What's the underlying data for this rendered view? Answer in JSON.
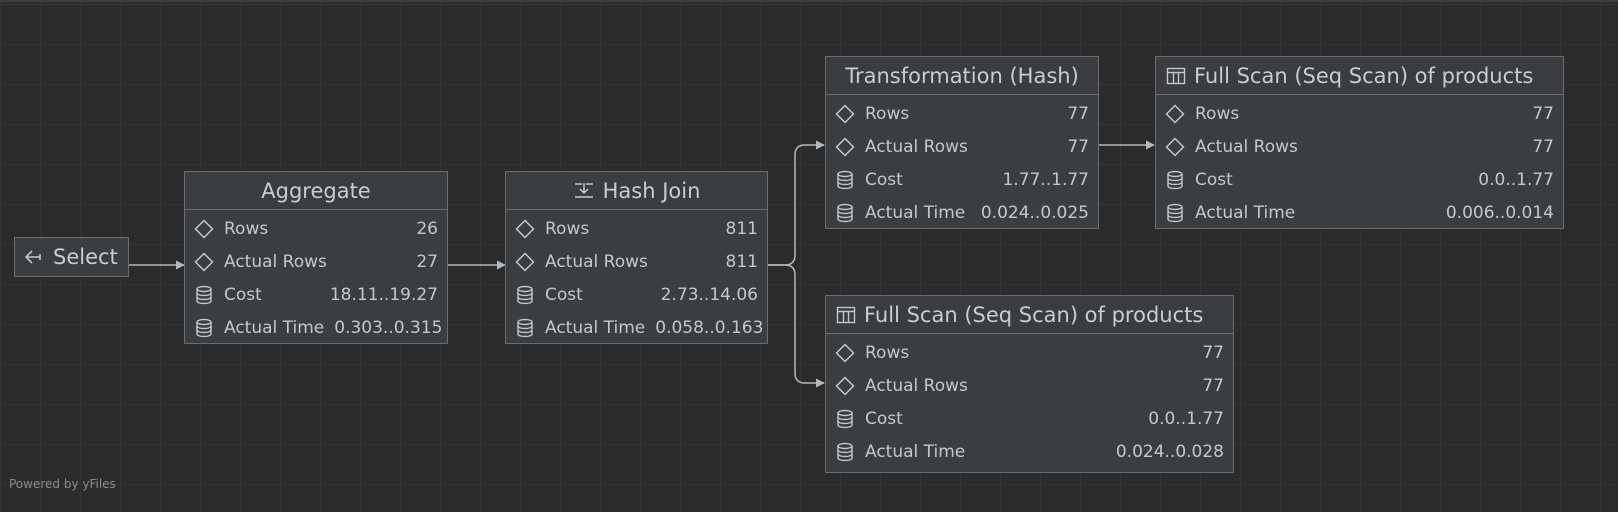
{
  "select": {
    "label": "Select",
    "icon": "arrow-left-icon"
  },
  "nodes": [
    {
      "key": "aggregate",
      "title": "Aggregate",
      "icon": null,
      "rows": [
        {
          "label": "Rows",
          "value": "26",
          "icon": "diamond-icon"
        },
        {
          "label": "Actual Rows",
          "value": "27",
          "icon": "diamond-icon"
        },
        {
          "label": "Cost",
          "value": "18.11..19.27",
          "icon": "database-icon"
        },
        {
          "label": "Actual Time",
          "value": "0.303..0.315",
          "icon": "database-icon"
        }
      ]
    },
    {
      "key": "hash-join",
      "title": "Hash Join",
      "icon": "hash-join-icon",
      "rows": [
        {
          "label": "Rows",
          "value": "811",
          "icon": "diamond-icon"
        },
        {
          "label": "Actual Rows",
          "value": "811",
          "icon": "diamond-icon"
        },
        {
          "label": "Cost",
          "value": "2.73..14.06",
          "icon": "database-icon"
        },
        {
          "label": "Actual Time",
          "value": "0.058..0.163",
          "icon": "database-icon"
        }
      ]
    },
    {
      "key": "transformation-hash",
      "title": "Transformation (Hash)",
      "icon": null,
      "rows": [
        {
          "label": "Rows",
          "value": "77",
          "icon": "diamond-icon"
        },
        {
          "label": "Actual Rows",
          "value": "77",
          "icon": "diamond-icon"
        },
        {
          "label": "Cost",
          "value": "1.77..1.77",
          "icon": "database-icon"
        },
        {
          "label": "Actual Time",
          "value": "0.024..0.025",
          "icon": "database-icon"
        }
      ]
    },
    {
      "key": "full-scan-top",
      "title": "Full Scan (Seq Scan) of products",
      "icon": "table-icon",
      "rows": [
        {
          "label": "Rows",
          "value": "77",
          "icon": "diamond-icon"
        },
        {
          "label": "Actual Rows",
          "value": "77",
          "icon": "diamond-icon"
        },
        {
          "label": "Cost",
          "value": "0.0..1.77",
          "icon": "database-icon"
        },
        {
          "label": "Actual Time",
          "value": "0.006..0.014",
          "icon": "database-icon"
        }
      ]
    },
    {
      "key": "full-scan-bottom",
      "title": "Full Scan (Seq Scan) of products",
      "icon": "table-icon",
      "rows": [
        {
          "label": "Rows",
          "value": "77",
          "icon": "diamond-icon"
        },
        {
          "label": "Actual Rows",
          "value": "77",
          "icon": "diamond-icon"
        },
        {
          "label": "Cost",
          "value": "0.0..1.77",
          "icon": "database-icon"
        },
        {
          "label": "Actual Time",
          "value": "0.024..0.028",
          "icon": "database-icon"
        }
      ]
    }
  ],
  "footer": {
    "powered_by": "Powered by yFiles"
  },
  "colors": {
    "background": "#2b2b2b",
    "node": "#3b3e41",
    "border": "#6a6d70",
    "edge": "#b5b8bb",
    "text": "#c9cdd1"
  }
}
